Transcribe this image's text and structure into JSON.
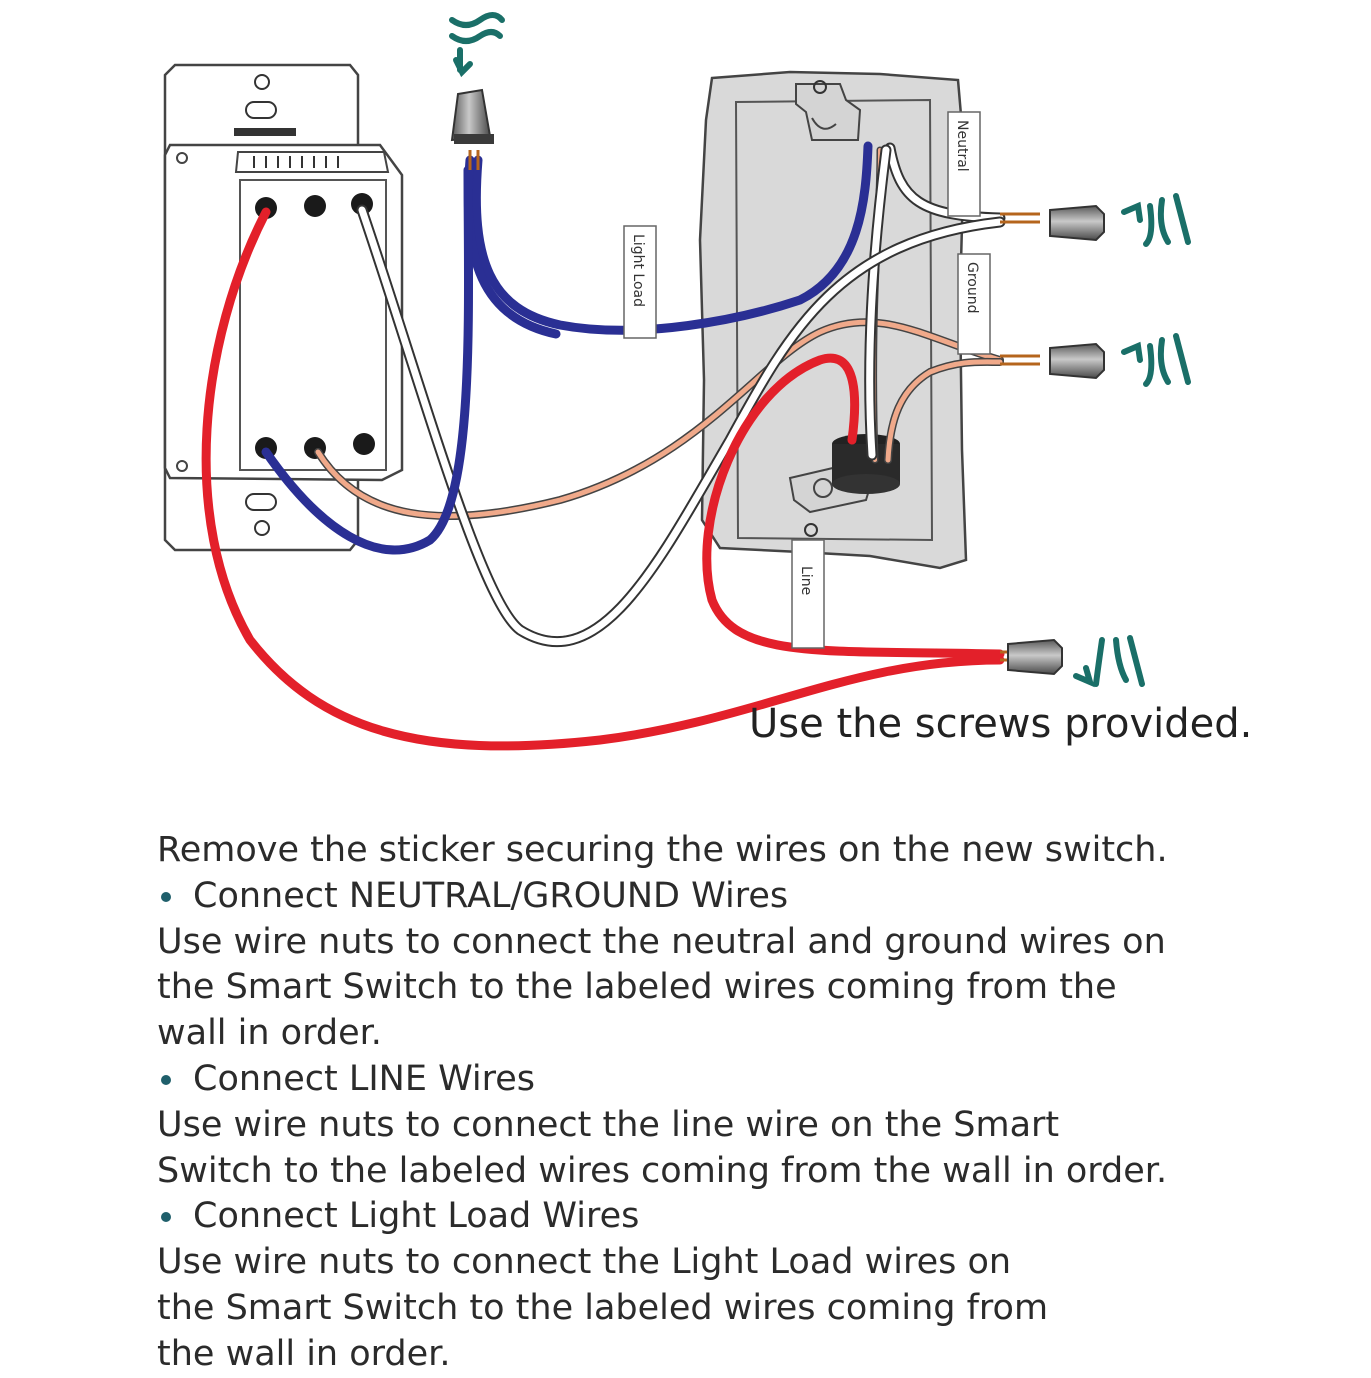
{
  "colors": {
    "line_wire": "#e3202a",
    "load_wire": "#2a2f94",
    "neutral_wire": "#ffffff",
    "ground_wire": "#f0a98a",
    "arrow": "#1a6f68",
    "box_fill": "#d9d9d9",
    "bullet": "#1f5f6b"
  },
  "diagram": {
    "labels": {
      "neutral": "Neutral",
      "ground": "Ground",
      "light_load": "Light Load",
      "line": "Line"
    },
    "caption": "Use the screws provided."
  },
  "instructions": {
    "intro": "Remove the sticker securing the wires on the new switch.",
    "steps": [
      {
        "heading": "Connect NEUTRAL/GROUND Wires",
        "lines": [
          "Use wire nuts to connect the neutral and ground wires on",
          "the  Smart Switch to the labeled wires coming from the",
          "wall in order."
        ]
      },
      {
        "heading": "Connect LINE Wires",
        "lines": [
          "Use wire nuts to connect the line wire on the  Smart",
          "Switch to the labeled wires coming from the wall in order."
        ]
      },
      {
        "heading": "Connect Light Load Wires",
        "lines": [
          "Use wire nuts to connect the Light  Load wires on",
          "the Smart Switch to the labeled wires coming from",
          "the wall in order."
        ]
      }
    ]
  }
}
